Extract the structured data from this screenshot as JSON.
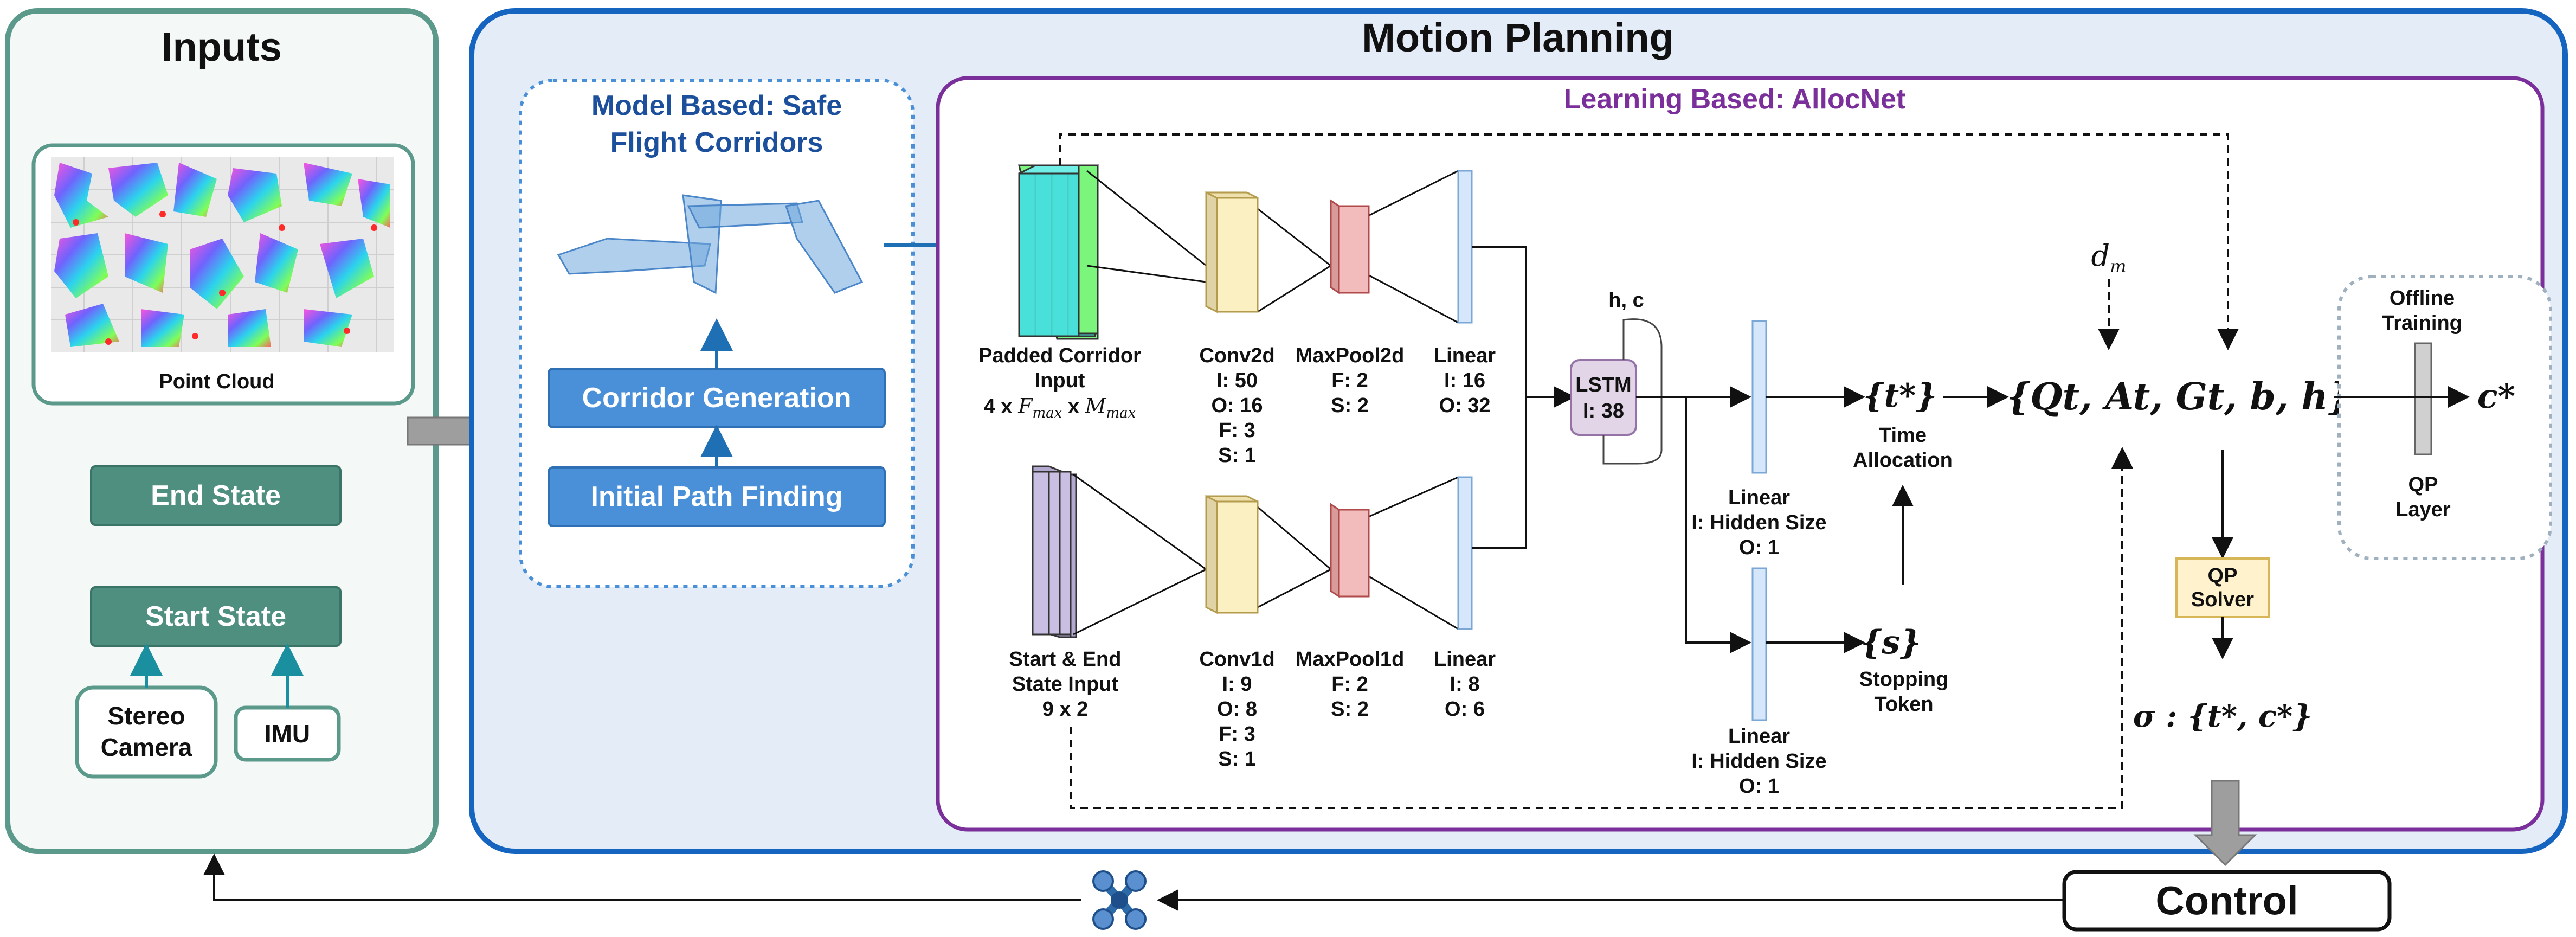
{
  "inputs": {
    "title": "Inputs",
    "point_cloud_label": "Point Cloud",
    "end_state": "End State",
    "start_state": "Start State",
    "stereo_camera": [
      "Stereo",
      "Camera"
    ],
    "imu": "IMU"
  },
  "motion_planning": {
    "title": "Motion Planning",
    "model_based": {
      "title": [
        "Model Based: Safe",
        "Flight Corridors"
      ],
      "corridor_generation": "Corridor Generation",
      "initial_path_finding": "Initial Path Finding"
    },
    "allocnet": {
      "title": "Learning Based: AllocNet",
      "padded_input": [
        "Padded Corridor",
        "Input"
      ],
      "padded_input_dims": [
        "4 x ",
        "F",
        "max",
        " x ",
        "M",
        "max"
      ],
      "conv2d": [
        "Conv2d",
        "I: 50",
        "O: 16",
        "F: 3",
        "S: 1"
      ],
      "maxpool2d": [
        "MaxPool2d",
        "F: 2",
        "S: 2"
      ],
      "linear_top": [
        "Linear",
        "I: 16",
        "O: 32"
      ],
      "state_input": [
        "Start & End",
        "State Input",
        "9 x 2"
      ],
      "conv1d": [
        "Conv1d",
        "I: 9",
        "O: 8",
        "F: 3",
        "S: 1"
      ],
      "maxpool1d": [
        "MaxPool1d",
        "F: 2",
        "S: 2"
      ],
      "linear_bottom": [
        "Linear",
        "I: 8",
        "O: 6"
      ],
      "lstm": [
        "LSTM",
        "I: 38"
      ],
      "hc": "h, c",
      "linear_time": [
        "Linear",
        "I: Hidden Size",
        "O: 1"
      ],
      "linear_stop": [
        "Linear",
        "I: Hidden Size",
        "O: 1"
      ],
      "t_star": "{t*}",
      "time_allocation": [
        "Time",
        "Allocation"
      ],
      "s_token": "{s}",
      "stopping_token": [
        "Stopping",
        "Token"
      ],
      "dm": [
        "d",
        "m"
      ],
      "qp_set": "{Qt, At, Gt, b, h}",
      "qp_solver": [
        "QP",
        "Solver"
      ],
      "sigma": "σ : {t*, c*}",
      "offline_training": [
        "Offline",
        "Training"
      ],
      "qp_layer": [
        "QP",
        "Layer"
      ],
      "c_star": "c*"
    }
  },
  "control": "Control",
  "colors": {
    "inputs_border": "#5b9a8b",
    "teal_button": "#4e8f80",
    "mp_border": "#1565c0",
    "mp_fill": "#e3ecf7",
    "allocnet_border": "#7b2f9a",
    "blue_button": "#4a90d9",
    "lstm_fill": "#e1d5e7",
    "qp_solver_fill": "#fff2cc"
  },
  "icons": [
    "drone-icon",
    "point-cloud-image",
    "corridor-polytopes-image"
  ]
}
